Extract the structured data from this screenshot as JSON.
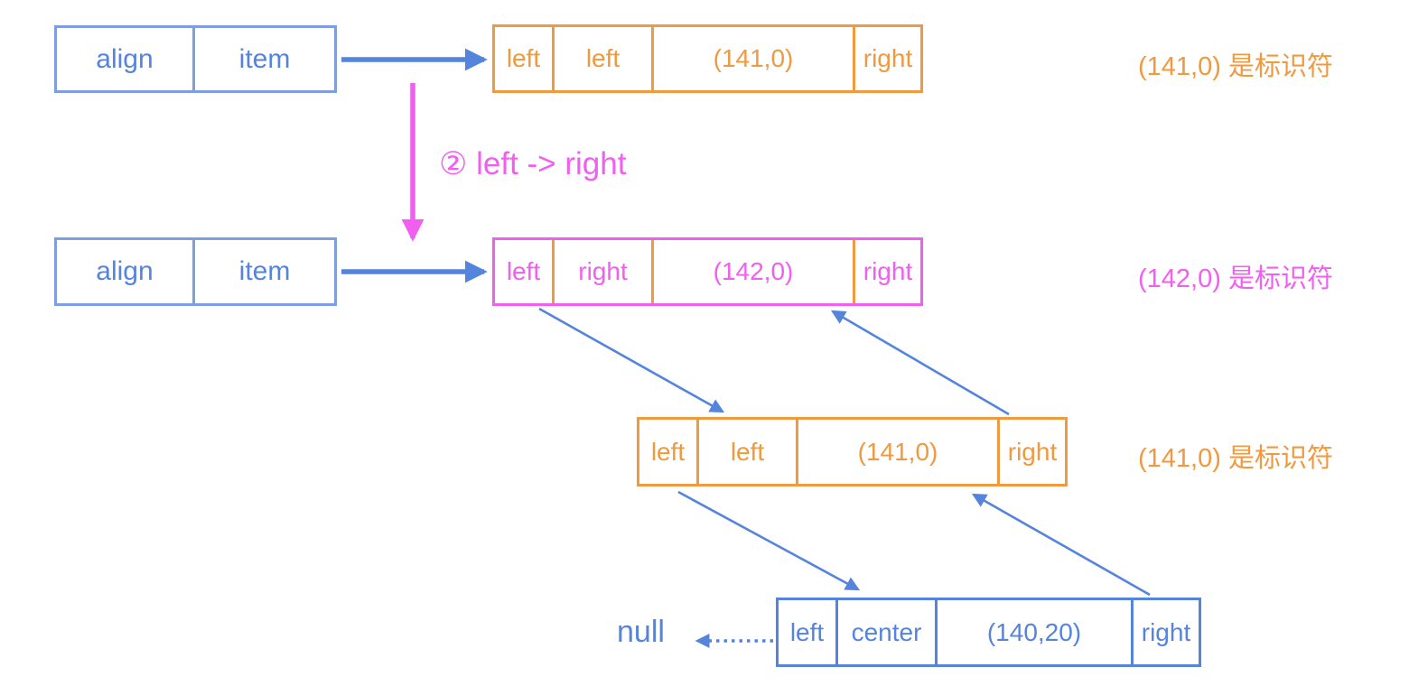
{
  "colors": {
    "blue": "#5584dc",
    "light_blue_border": "#7d9fe0",
    "orange": "#f0993f",
    "magenta": "#f15ff1"
  },
  "pointer_boxes": [
    {
      "cells": [
        "align",
        "item"
      ]
    },
    {
      "cells": [
        "align",
        "item"
      ]
    }
  ],
  "nodes": [
    {
      "cells": [
        "left",
        "left",
        "(141,0)",
        "right"
      ],
      "note": "(141,0) 是标识符"
    },
    {
      "cells": [
        "left",
        "right",
        "(142,0)",
        "right"
      ],
      "note": "(142,0) 是标识符"
    },
    {
      "cells": [
        "left",
        "left",
        "(141,0)",
        "right"
      ],
      "note": "(141,0) 是标识符"
    },
    {
      "cells": [
        "left",
        "center",
        "(140,20)",
        "right"
      ]
    }
  ],
  "step_label": "② left -> right",
  "null_label": "null"
}
